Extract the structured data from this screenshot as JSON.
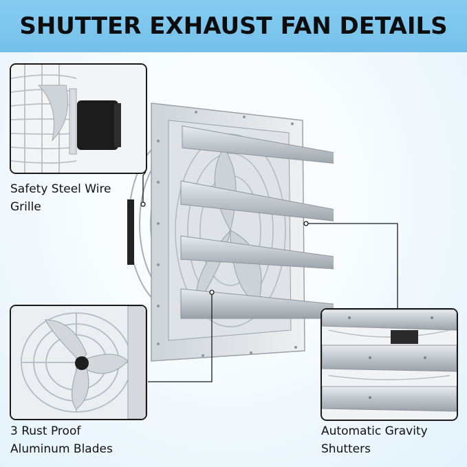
{
  "banner": {
    "title": "SHUTTER EXHAUST FAN DETAILS"
  },
  "colors": {
    "banner": "#7ac3ec",
    "steel": "#c9ced4",
    "text": "#111111"
  },
  "features": [
    {
      "line1": "Safety Steel Wire",
      "line2": "Grille"
    },
    {
      "line1": "3 Rust Proof",
      "line2": "Aluminum Blades"
    },
    {
      "line1": "Automatic Gravity",
      "line2": "Shutters"
    }
  ]
}
